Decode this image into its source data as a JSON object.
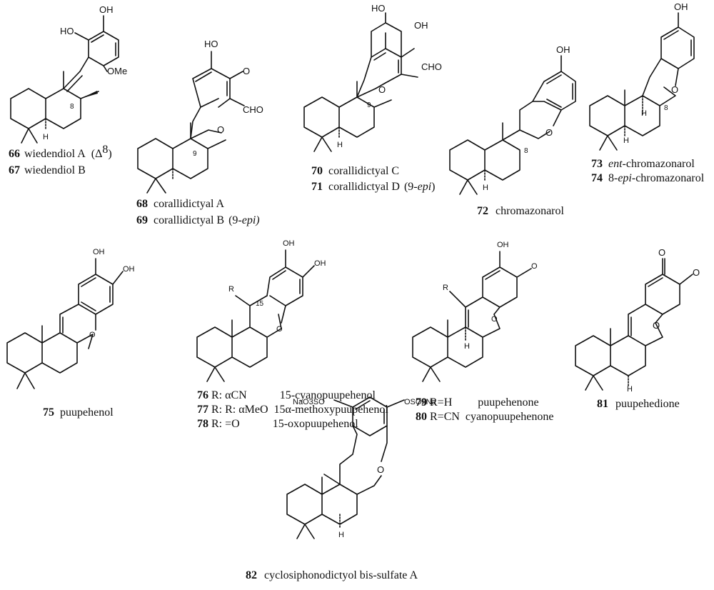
{
  "atom_labels": {
    "OH": "OH",
    "O": "O",
    "OMe": "OMe",
    "HO": "HO",
    "H": "H",
    "CHO": "CHO",
    "R": "R",
    "NaO3SO": "NaO3SO",
    "OSO3Na": "OSO3Na"
  },
  "locants": {
    "c8": "8",
    "c9": "9",
    "c15": "15"
  },
  "compounds": [
    {
      "num": "66",
      "name": "wiedendiol A",
      "note_pre": "(Δ",
      "note_sup": "8",
      "note_post": ")"
    },
    {
      "num": "67",
      "name": "wiedendiol B"
    },
    {
      "num": "68",
      "name": "corallidictyal A"
    },
    {
      "num": "69",
      "name": "corallidictyal B",
      "note_pre": "(9-",
      "note_it": "epi)"
    },
    {
      "num": "70",
      "name": "corallidictyal C"
    },
    {
      "num": "71",
      "name": "corallidictyal D",
      "note_pre": "(9-",
      "note_it": "epi",
      "note_post": ")"
    },
    {
      "num": "72",
      "name": "chromazonarol"
    },
    {
      "num": "73",
      "prefix_it": "ent",
      "name": "-chromazonarol"
    },
    {
      "num": "74",
      "name_pre": "8-",
      "name_it": "epi",
      "name": "-chromazonarol"
    },
    {
      "num": "75",
      "name": "puupehenol"
    },
    {
      "num": "76",
      "r": "R: αCN",
      "name": "15-cyanopuupehenol"
    },
    {
      "num": "77",
      "r": "R: R: αMeO",
      "name": "15α-methoxypuupehenol"
    },
    {
      "num": "78",
      "r": "R: =O",
      "name": "15-oxopuupehenol"
    },
    {
      "num": "79",
      "r": "R=H",
      "name": "puupehenone"
    },
    {
      "num": "80",
      "r": "R=CN",
      "name": "cyanopuupehenone"
    },
    {
      "num": "81",
      "name": "puupehedione"
    },
    {
      "num": "82",
      "name": "cyclosiphonodictyol bis-sulfate A"
    }
  ]
}
